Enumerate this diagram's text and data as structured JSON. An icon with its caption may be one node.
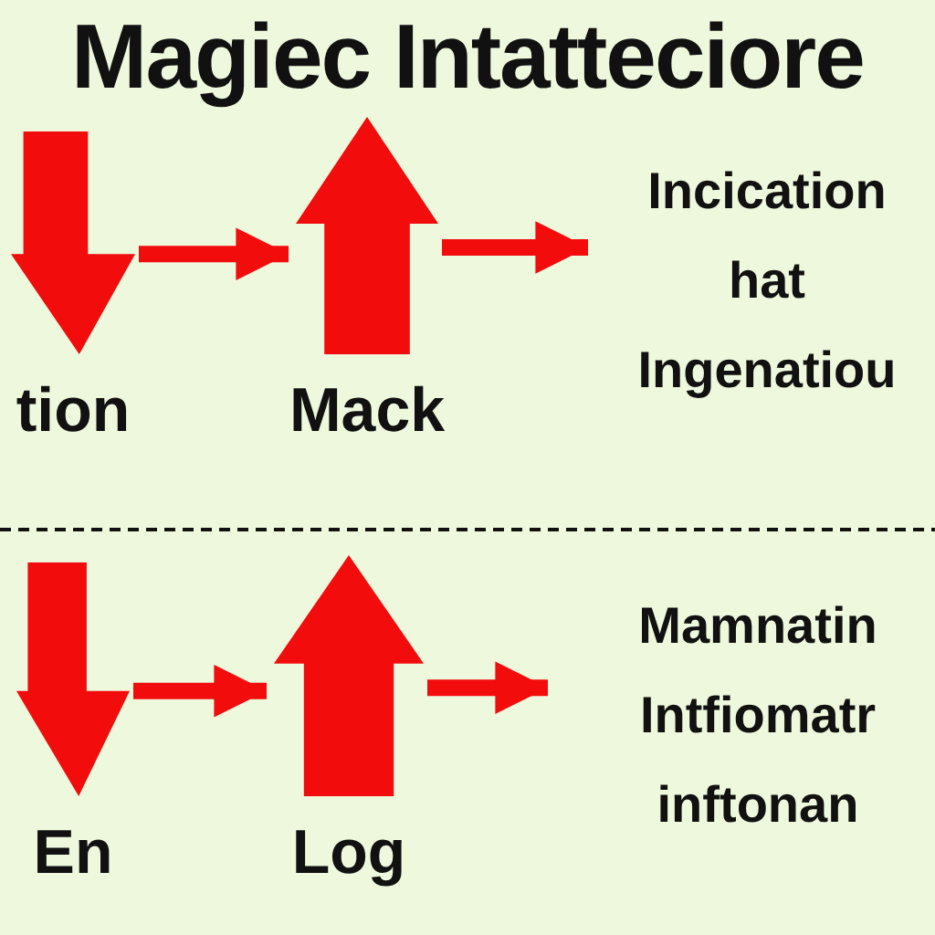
{
  "diagram": {
    "title": "Magiec Intatteciore",
    "nodes": [
      {
        "text": [
          "tion"
        ]
      },
      {
        "text": [
          "Mack"
        ]
      },
      {
        "text": [
          "Incication hat Ingenatiou"
        ]
      },
      {
        "text": [
          "En"
        ]
      },
      {
        "text": [
          "Log"
        ]
      },
      {
        "text": [
          "Mamnatin Intfiomatr inftonan"
        ]
      }
    ],
    "edges": [
      {
        "from": 0,
        "to": 1,
        "arrow": "to"
      },
      {
        "from": 1,
        "to": 2,
        "arrow": "to"
      },
      {
        "from": 3,
        "to": 4,
        "arrow": "to"
      },
      {
        "from": 4,
        "to": 5,
        "arrow": "to"
      }
    ]
  }
}
